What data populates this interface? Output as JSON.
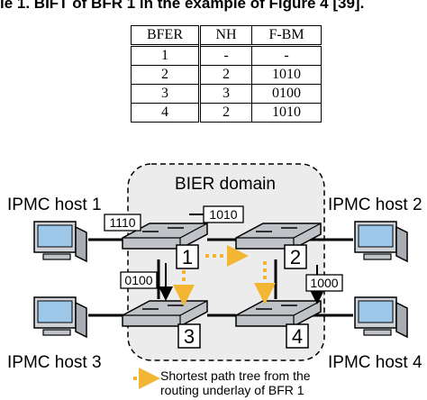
{
  "caption": "le 1.  BIFT of BFR 1 in the example of Figure 4 [39].",
  "table": {
    "headers": [
      "BFER",
      "NH",
      "F-BM"
    ],
    "rows": [
      [
        "1",
        "-",
        "-"
      ],
      [
        "2",
        "2",
        "1010"
      ],
      [
        "3",
        "3",
        "0100"
      ],
      [
        "4",
        "2",
        "1010"
      ]
    ]
  },
  "diagram": {
    "domain_label": "BIER domain",
    "hosts": [
      "IPMC host 1",
      "IPMC host 2",
      "IPMC host 3",
      "IPMC host 4"
    ],
    "routers": [
      "1",
      "2",
      "3",
      "4"
    ],
    "bitmasks": {
      "in_host1": "1110",
      "r1_to_r2": "1010",
      "r1_to_r3": "0100",
      "r2_to_r4": "1000"
    },
    "legend": [
      "Shortest path tree from the",
      "routing underlay of BFR 1"
    ],
    "colors": {
      "spt_arrow": "#f2b632",
      "domain_fill": "#ececec",
      "router_body": "#bfc2c6",
      "screen": "#9ec8ea"
    }
  }
}
